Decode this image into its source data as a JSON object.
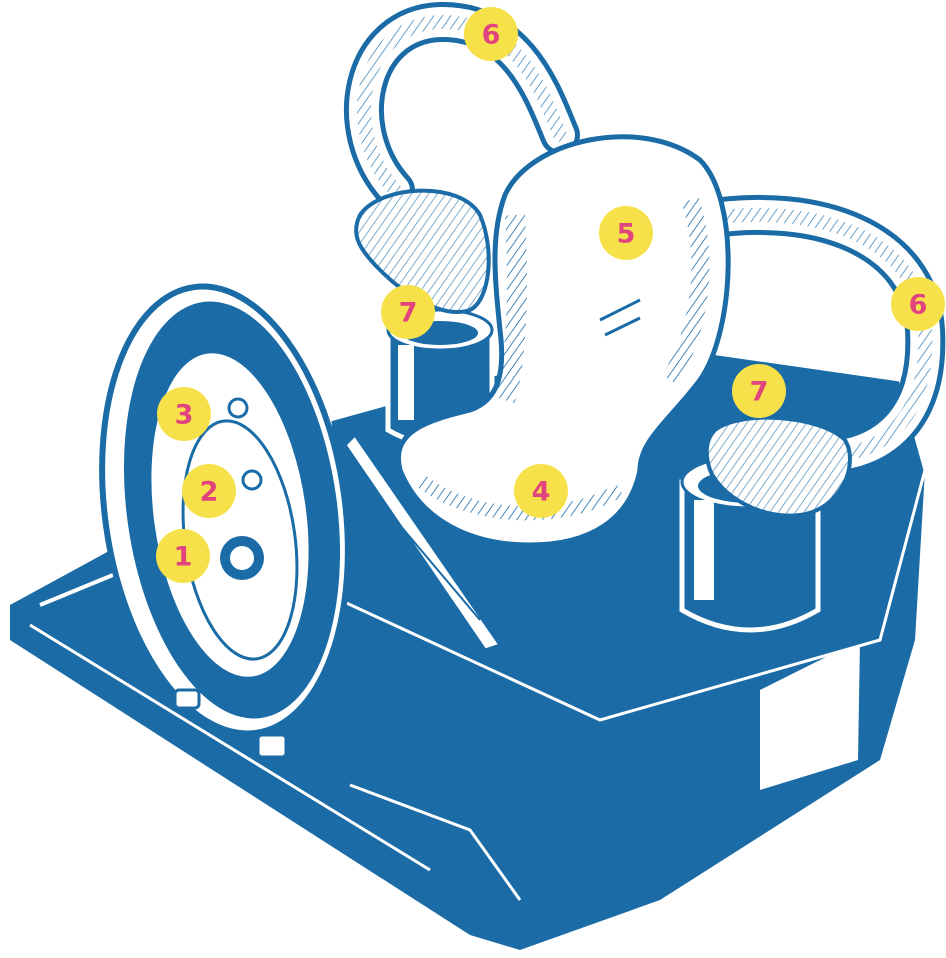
{
  "colors": {
    "ink": "#1a6ba6",
    "paper": "#ffffff",
    "marker_fill": "#f7e14a",
    "marker_text": "#e0437e"
  },
  "markers": [
    {
      "id": "m1",
      "text": "1"
    },
    {
      "id": "m2",
      "text": "2"
    },
    {
      "id": "m3",
      "text": "3"
    },
    {
      "id": "m4",
      "text": "4"
    },
    {
      "id": "m5",
      "text": "5"
    },
    {
      "id": "m6a",
      "text": "6"
    },
    {
      "id": "m6b",
      "text": "6"
    },
    {
      "id": "m7a",
      "text": "7"
    },
    {
      "id": "m7b",
      "text": "7"
    }
  ]
}
